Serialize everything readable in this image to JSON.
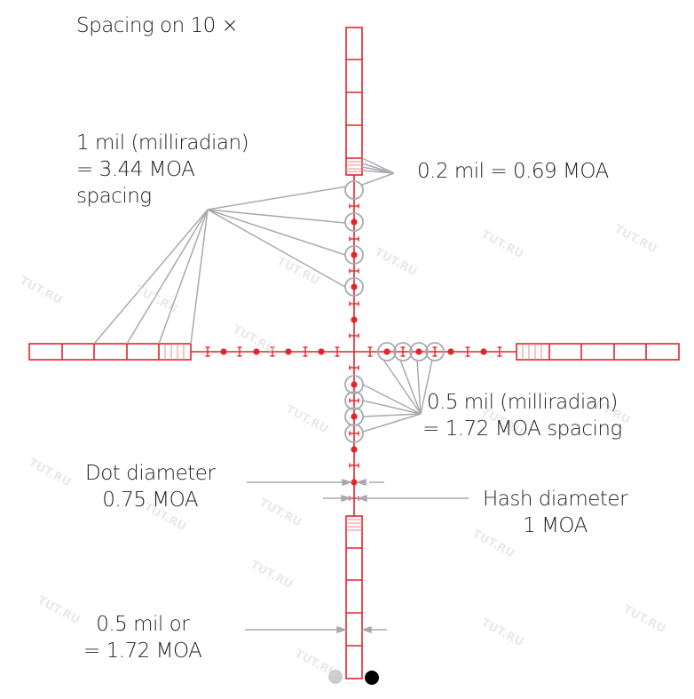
{
  "title": "Spacing on 10 ×",
  "colors": {
    "reticle": "#e8222b",
    "leader": "#a8aaae",
    "text": "#222222",
    "legend_gray": "#cccccc",
    "legend_black": "#000000"
  },
  "labels": {
    "mil_spacing": [
      "1 mil (milliradian)",
      "= 3.44 MOA",
      "spacing"
    ],
    "fifth_mil": "0.2 mil = 0.69 MOA",
    "half_mil": [
      "0.5 mil (milliradian)",
      "= 1.72 MOA spacing"
    ],
    "dot_diameter": [
      "Dot diameter",
      "0.75 MOA"
    ],
    "hash_diameter": [
      "Hash diameter",
      "1 MOA"
    ],
    "bar_width": [
      "0.5 mil or",
      "= 1.72 MOA"
    ]
  },
  "watermark": "TUT.RU",
  "legend_dots": [
    {
      "name": "gray-dot",
      "color": "#cccccc"
    },
    {
      "name": "black-dot",
      "color": "#000000"
    }
  ]
}
